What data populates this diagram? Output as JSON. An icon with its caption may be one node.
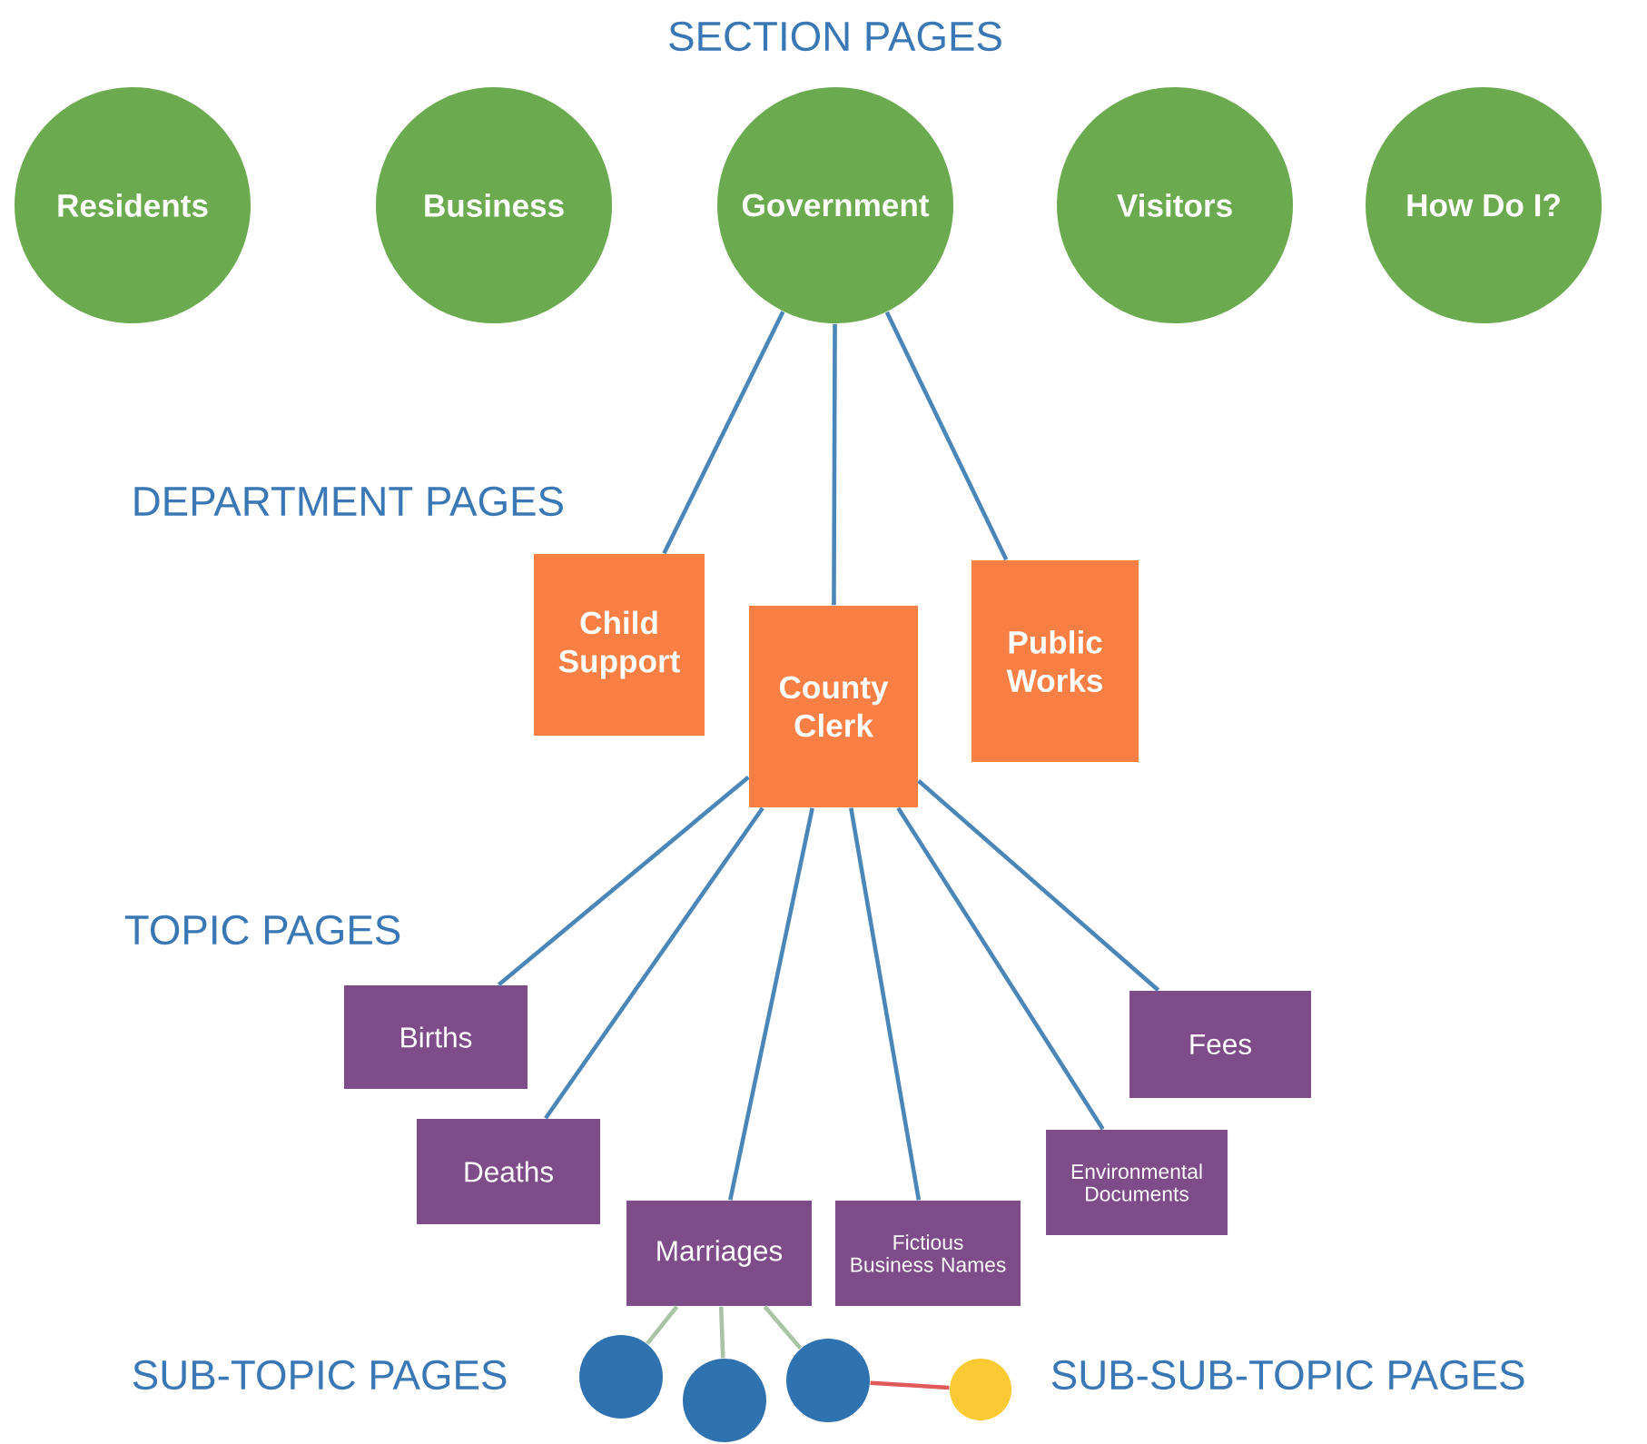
{
  "diagram": {
    "nodes": [
      {
        "text": [
          "Residents"
        ]
      },
      {
        "text": [
          "Business"
        ]
      },
      {
        "text": [
          "Government"
        ]
      },
      {
        "text": [
          "Visitors"
        ]
      },
      {
        "text": [
          "How Do I?"
        ]
      },
      {
        "text": [
          "Child Support"
        ]
      },
      {
        "text": [
          "County Clerk"
        ]
      },
      {
        "text": [
          "Public Works"
        ]
      },
      {
        "text": [
          "Births"
        ]
      },
      {
        "text": [
          "Deaths"
        ]
      },
      {
        "text": [
          "Marriages"
        ]
      },
      {
        "text": [
          "Fictious Business Names"
        ]
      },
      {
        "text": [
          "Environmental Documents"
        ]
      },
      {
        "text": [
          "Fees"
        ]
      },
      {
        "text": [],
        "shape": "circle"
      },
      {
        "text": [],
        "shape": "circle"
      },
      {
        "text": [],
        "shape": "circle"
      },
      {
        "text": [],
        "shape": "circle"
      }
    ],
    "edges": [
      {
        "from": 2,
        "to": 5,
        "arrow": "none"
      },
      {
        "from": 2,
        "to": 6,
        "arrow": "none"
      },
      {
        "from": 2,
        "to": 7,
        "arrow": "none"
      },
      {
        "from": 6,
        "to": 8,
        "arrow": "none"
      },
      {
        "from": 6,
        "to": 9,
        "arrow": "none"
      },
      {
        "from": 6,
        "to": 10,
        "arrow": "none"
      },
      {
        "from": 6,
        "to": 11,
        "arrow": "none"
      },
      {
        "from": 6,
        "to": 12,
        "arrow": "none"
      },
      {
        "from": 6,
        "to": 13,
        "arrow": "none"
      },
      {
        "from": 10,
        "to": 14,
        "arrow": "none",
        "color": "#a9c4a4"
      },
      {
        "from": 10,
        "to": 15,
        "arrow": "none",
        "color": "#a9c4a4"
      },
      {
        "from": 10,
        "to": 16,
        "arrow": "none",
        "color": "#a9c4a4"
      },
      {
        "from": 16,
        "to": 17,
        "arrow": "none",
        "color": "#e05a5a"
      }
    ],
    "labels": [
      "SECTION PAGES",
      "DEPARTMENT PAGES",
      "TOPIC PAGES",
      "SUB-TOPIC PAGES",
      "SUB-SUB-TOPIC PAGES"
    ]
  }
}
